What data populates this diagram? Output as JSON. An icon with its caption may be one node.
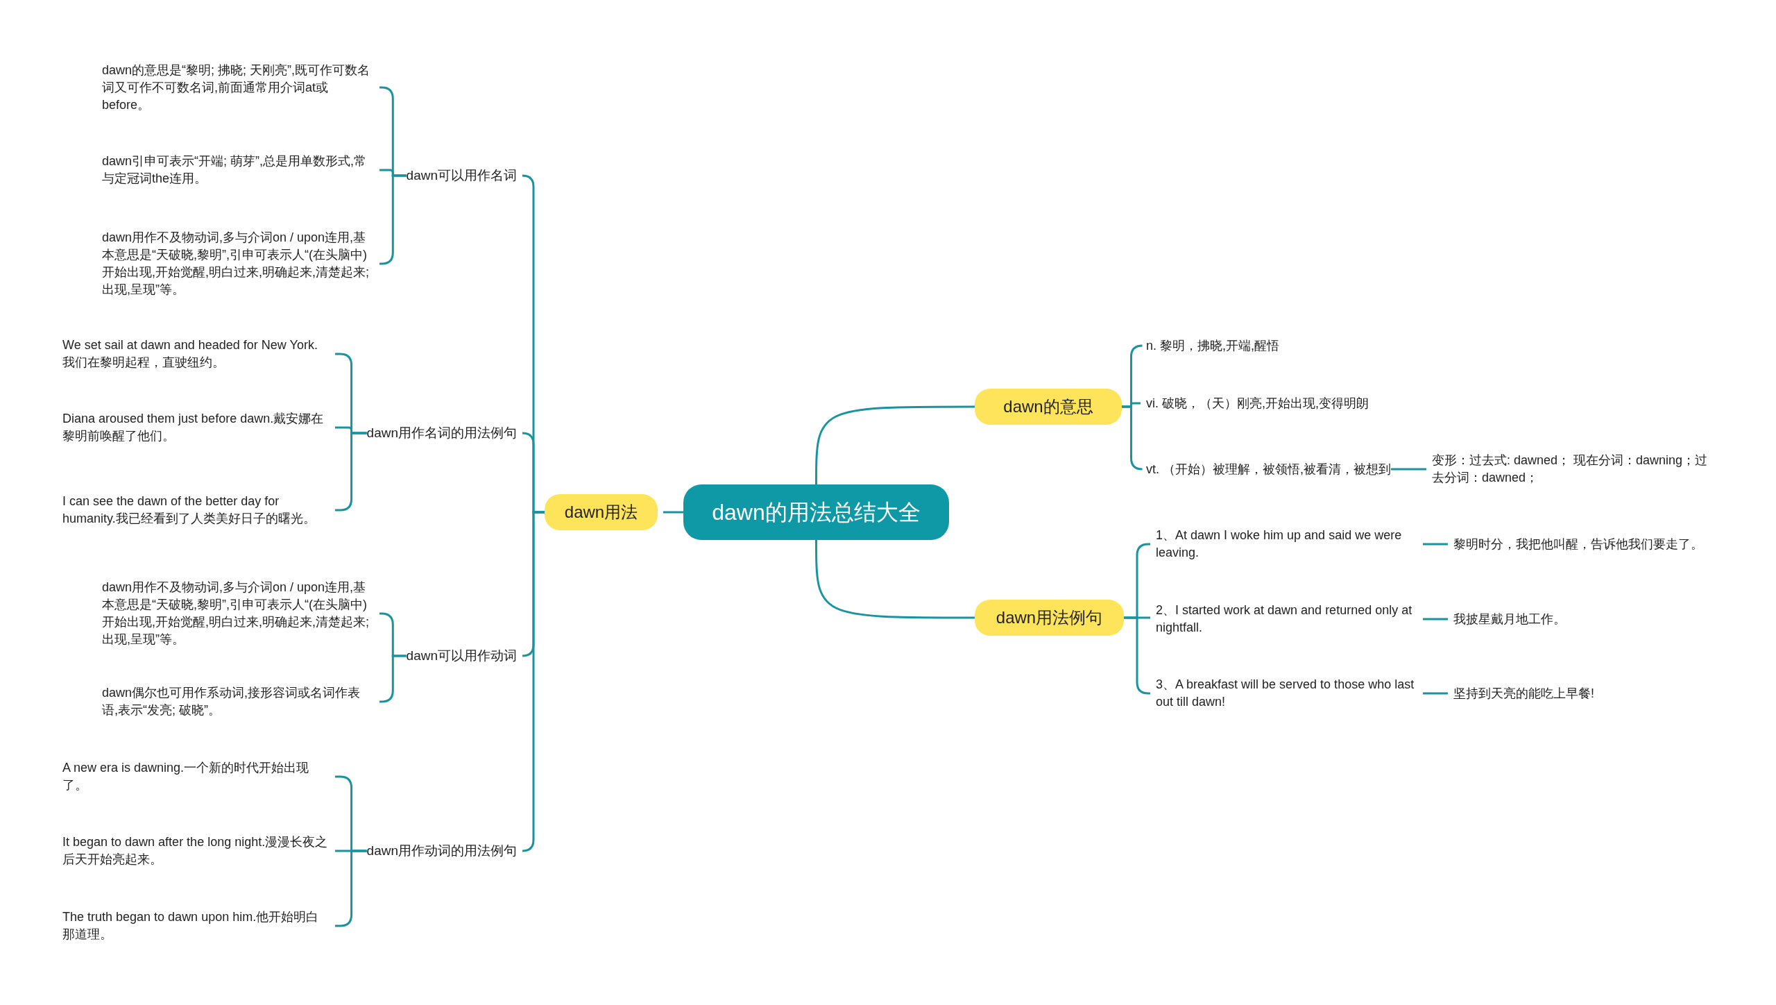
{
  "diagram": {
    "nodes": [
      {
        "text": [
          "dawn的用法总结大全"
        ]
      },
      {
        "text": [
          "dawn用法"
        ]
      },
      {
        "text": [
          "dawn可以用作名词"
        ]
      },
      {
        "text": [
          "dawn的意思是“黎明; 拂晓; 天刚亮”,既可作可数名词又可作不可数名词,前面通常用介词at或before。"
        ]
      },
      {
        "text": [
          "dawn引申可表示“开端; 萌芽”,总是用单数形式,常与定冠词the连用。"
        ]
      },
      {
        "text": [
          "dawn用作不及物动词,多与介词on / upon连用,基本意思是“天破晓,黎明”,引申可表示人“(在头脑中)开始出现,开始觉醒,明白过来,明确起来,清楚起来; 出现,呈现”等。"
        ]
      },
      {
        "text": [
          "dawn用作名词的用法例句"
        ]
      },
      {
        "text": [
          "We set sail at dawn and headed for New York.我们在黎明起程，直驶纽约。"
        ]
      },
      {
        "text": [
          "Diana aroused them just before dawn.戴安娜在黎明前唤醒了他们。"
        ]
      },
      {
        "text": [
          "I can see the dawn of the better day for humanity.我已经看到了人类美好日子的曙光。"
        ]
      },
      {
        "text": [
          "dawn可以用作动词"
        ]
      },
      {
        "text": [
          "dawn用作不及物动词,多与介词on / upon连用,基本意思是“天破晓,黎明”,引申可表示人“(在头脑中)开始出现,开始觉醒,明白过来,明确起来,清楚起来; 出现,呈现”等。"
        ]
      },
      {
        "text": [
          "dawn偶尔也可用作系动词,接形容词或名词作表语,表示“发亮; 破晓”。"
        ]
      },
      {
        "text": [
          "dawn用作动词的用法例句"
        ]
      },
      {
        "text": [
          "A new era is dawning.一个新的时代开始出现了。"
        ]
      },
      {
        "text": [
          "It began to dawn after the long night.漫漫长夜之后天开始亮起来。"
        ]
      },
      {
        "text": [
          "The truth began to dawn upon him.他开始明白那道理。"
        ]
      },
      {
        "text": [
          "dawn的意思"
        ]
      },
      {
        "text": [
          "n. 黎明，拂晓,开端,醒悟"
        ]
      },
      {
        "text": [
          "vi. 破晓，（天）刚亮,开始出现,变得明朗"
        ]
      },
      {
        "text": [
          "vt. （开始）被理解，被领悟,被看清，被想到"
        ]
      },
      {
        "text": [
          "变形：过去式: dawned； 现在分词：dawning；过去分词：dawned；"
        ]
      },
      {
        "text": [
          "dawn用法例句"
        ]
      },
      {
        "text": [
          "1、At dawn I woke him up and said we were leaving."
        ]
      },
      {
        "text": [
          "黎明时分，我把他叫醒，告诉他我们要走了。"
        ]
      },
      {
        "text": [
          "2、I started work at dawn and returned only at nightfall."
        ]
      },
      {
        "text": [
          "我披星戴月地工作。"
        ]
      },
      {
        "text": [
          "3、A breakfast will be served to those who last out till dawn!"
        ]
      },
      {
        "text": [
          "坚持到天亮的能吃上早餐!"
        ]
      }
    ],
    "edges": [
      {
        "from": 0,
        "to": 1,
        "arrow": "none"
      },
      {
        "from": 1,
        "to": 2,
        "arrow": "none"
      },
      {
        "from": 2,
        "to": 3,
        "arrow": "none"
      },
      {
        "from": 2,
        "to": 4,
        "arrow": "none"
      },
      {
        "from": 2,
        "to": 5,
        "arrow": "none"
      },
      {
        "from": 1,
        "to": 6,
        "arrow": "none"
      },
      {
        "from": 6,
        "to": 7,
        "arrow": "none"
      },
      {
        "from": 6,
        "to": 8,
        "arrow": "none"
      },
      {
        "from": 6,
        "to": 9,
        "arrow": "none"
      },
      {
        "from": 1,
        "to": 10,
        "arrow": "none"
      },
      {
        "from": 10,
        "to": 11,
        "arrow": "none"
      },
      {
        "from": 10,
        "to": 12,
        "arrow": "none"
      },
      {
        "from": 1,
        "to": 13,
        "arrow": "none"
      },
      {
        "from": 13,
        "to": 14,
        "arrow": "none"
      },
      {
        "from": 13,
        "to": 15,
        "arrow": "none"
      },
      {
        "from": 13,
        "to": 16,
        "arrow": "none"
      },
      {
        "from": 0,
        "to": 17,
        "arrow": "none"
      },
      {
        "from": 17,
        "to": 18,
        "arrow": "none"
      },
      {
        "from": 17,
        "to": 19,
        "arrow": "none"
      },
      {
        "from": 17,
        "to": 20,
        "arrow": "none"
      },
      {
        "from": 20,
        "to": 21,
        "arrow": "none"
      },
      {
        "from": 0,
        "to": 22,
        "arrow": "none"
      },
      {
        "from": 22,
        "to": 23,
        "arrow": "none"
      },
      {
        "from": 23,
        "to": 24,
        "arrow": "none"
      },
      {
        "from": 22,
        "to": 25,
        "arrow": "none"
      },
      {
        "from": 25,
        "to": 26,
        "arrow": "none"
      },
      {
        "from": 22,
        "to": 27,
        "arrow": "none"
      },
      {
        "from": 27,
        "to": 28,
        "arrow": "none"
      }
    ]
  }
}
